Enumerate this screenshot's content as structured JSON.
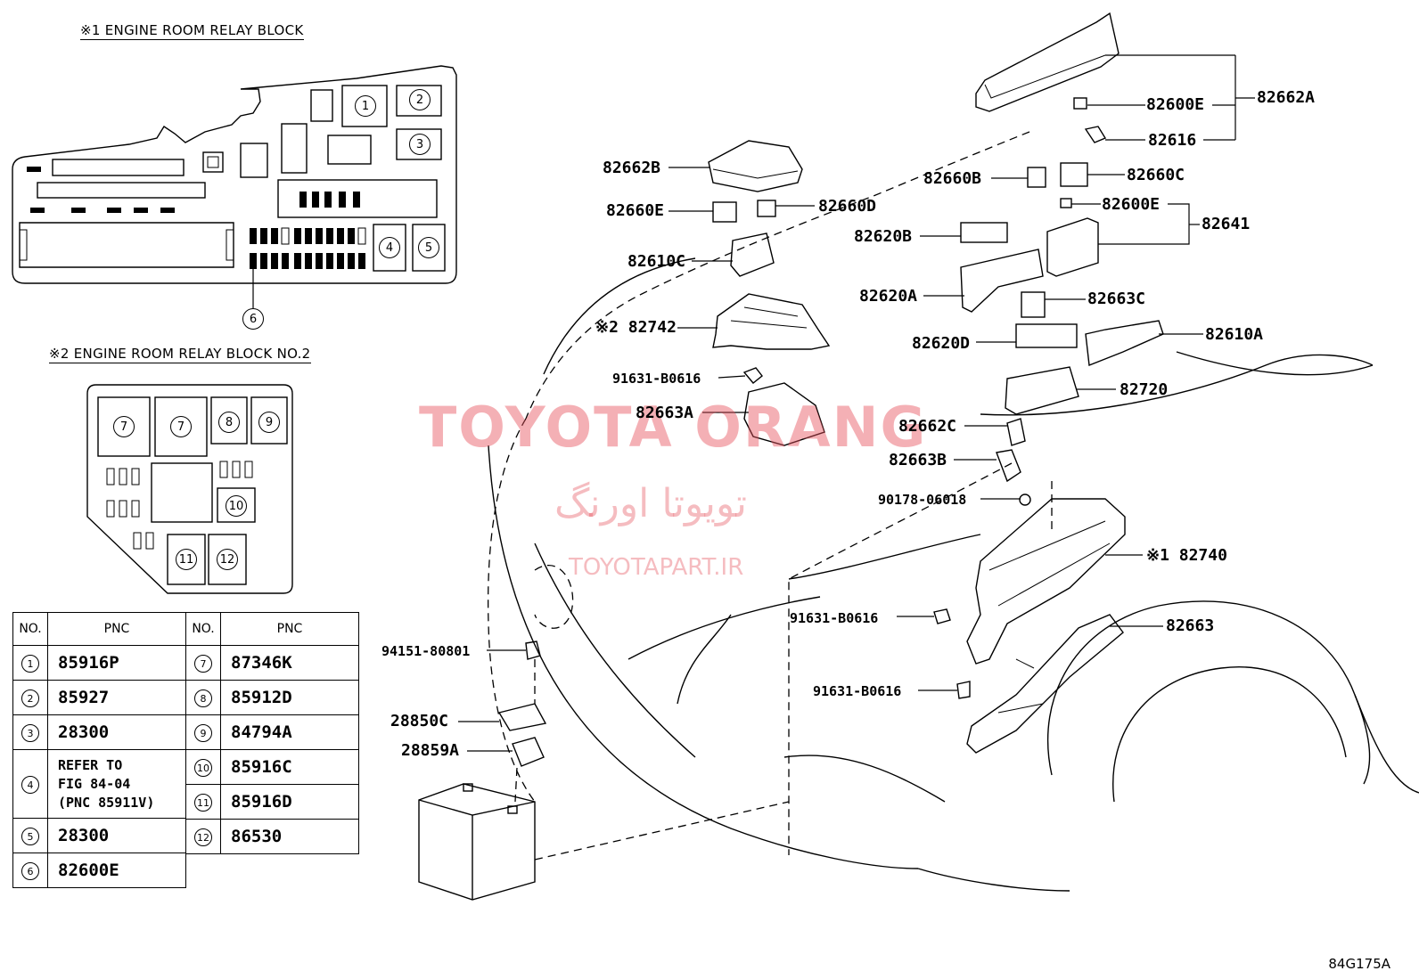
{
  "headers": {
    "block1": "※1 ENGINE ROOM RELAY BLOCK",
    "block2": "※2 ENGINE ROOM RELAY BLOCK NO.2"
  },
  "block1_markers": [
    "1",
    "2",
    "3",
    "4",
    "5",
    "6"
  ],
  "block2_markers": [
    "7",
    "7",
    "8",
    "9",
    "10",
    "11",
    "12"
  ],
  "table": {
    "col_no": "NO.",
    "col_pnc": "PNC",
    "left_rows": [
      {
        "no": "1",
        "pnc": "85916P"
      },
      {
        "no": "2",
        "pnc": "85927"
      },
      {
        "no": "3",
        "pnc": "28300"
      },
      {
        "no": "4",
        "pnc": "REFER TO\nFIG 84-04\n(PNC 85911V)"
      },
      {
        "no": "5",
        "pnc": "28300"
      },
      {
        "no": "6",
        "pnc": "82600E"
      }
    ],
    "right_rows": [
      {
        "no": "7",
        "pnc": "87346K"
      },
      {
        "no": "8",
        "pnc": "85912D"
      },
      {
        "no": "9",
        "pnc": "84794A"
      },
      {
        "no": "10",
        "pnc": "85916C"
      },
      {
        "no": "11",
        "pnc": "85916D"
      },
      {
        "no": "12",
        "pnc": "86530"
      }
    ]
  },
  "part_labels": {
    "p82662A": "82662A",
    "p82600E_top": "82600E",
    "p82616": "82616",
    "p82662B": "82662B",
    "p82660B": "82660B",
    "p82660C": "82660C",
    "p82660E": "82660E",
    "p82660D": "82660D",
    "p82600E_mid": "82600E",
    "p82641": "82641",
    "p82620B": "82620B",
    "p82610C": "82610C",
    "p82620A": "82620A",
    "p82663C": "82663C",
    "p82742": "※2 82742",
    "p82620D": "82620D",
    "p82610A": "82610A",
    "p91631_1": "91631-B0616",
    "p82720": "82720",
    "p82663A": "82663A",
    "p82662C": "82662C",
    "p82663B": "82663B",
    "p90178": "90178-06018",
    "p82740": "※1 82740",
    "p94151": "94151-80801",
    "p91631_2": "91631-B0616",
    "p82663": "82663",
    "p28850C": "28850C",
    "p91631_3": "91631-B0616",
    "p28859A": "28859A"
  },
  "watermark": {
    "brand": "TOYOTA ORANG",
    "farsi": "تویوتا اورنگ",
    "site": "TOYOTAPART.IR"
  },
  "diagram_code": "84G175A",
  "colors": {
    "watermark": "#e6505a",
    "line": "#000000"
  }
}
